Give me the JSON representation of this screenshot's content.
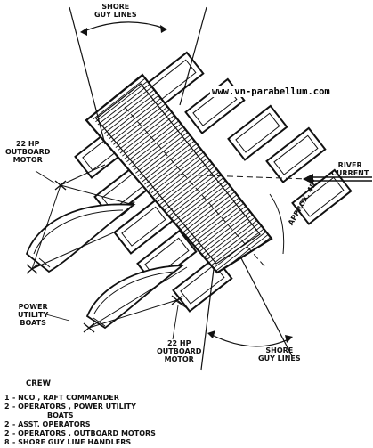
{
  "labels": {
    "shore_guy_lines_top": "SHORE\nGUY LINES",
    "motor_left": "22 HP\nOUTBOARD\nMOTOR",
    "river_current": "RIVER\nCURRENT",
    "approx_angle": "APPROX. 45°",
    "power_utility_boats": "POWER\nUTILITY\nBOATS",
    "motor_bottom": "22 HP\nOUTBOARD\nMOTOR",
    "shore_guy_lines_bottom": "SHORE\nGUY LINES"
  },
  "watermark": "www.vn-parabellum.com",
  "crew": {
    "title": "CREW",
    "items": [
      {
        "count": "1",
        "text": "- NCO , RAFT COMMANDER",
        "cont": ""
      },
      {
        "count": "2",
        "text": "- OPERATORS , POWER UTILITY",
        "cont": "BOATS"
      },
      {
        "count": "2",
        "text": "- ASST. OPERATORS",
        "cont": ""
      },
      {
        "count": "2",
        "text": "- OPERATORS , OUTBOARD MOTORS",
        "cont": ""
      },
      {
        "count": "8",
        "text": "- SHORE GUY LINE HANDLERS",
        "cont": ""
      }
    ]
  }
}
